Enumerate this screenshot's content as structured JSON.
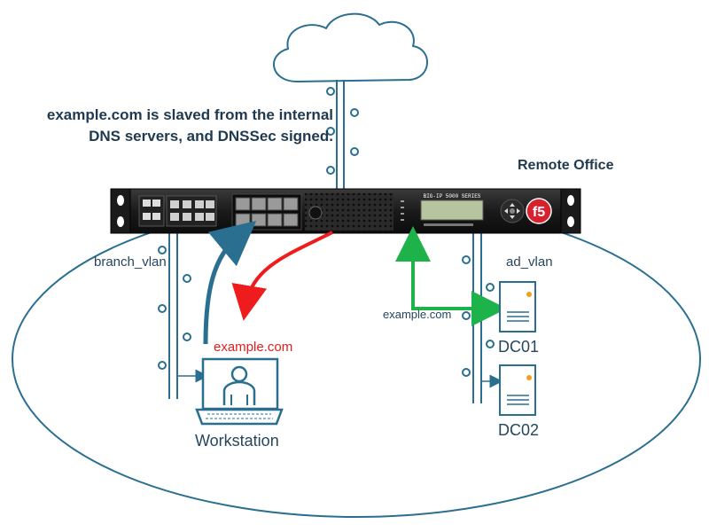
{
  "annotation": {
    "line1": "example.com is slaved from the internal",
    "line2": "DNS servers, and DNSSec signed."
  },
  "site": {
    "label": "Remote Office"
  },
  "vlans": {
    "branch": "branch_vlan",
    "ad": "ad_vlan"
  },
  "flows": {
    "client_query": "example.com",
    "zone_transfer": "example.com"
  },
  "nodes": {
    "workstation": "Workstation",
    "dc01": "DC01",
    "dc02": "DC02"
  },
  "appliance": {
    "series_label": "BIG-IP 5000 SERIES",
    "brand": "f5"
  },
  "colors": {
    "link": "#2a6f8f",
    "ellipse": "#2a6f8f",
    "red_flow": "#ee1c1c",
    "green_flow": "#1db24a",
    "blue_flow": "#2a6f8f",
    "text_dark": "#1f3a50",
    "brand_red": "#d8202f"
  },
  "icons": [
    "cloud-icon",
    "workstation-user-icon",
    "server-icon",
    "f5-logo-icon"
  ]
}
